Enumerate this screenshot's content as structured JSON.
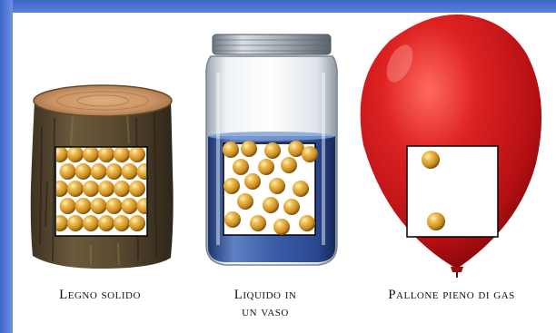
{
  "captions": {
    "solid": "Legno solido",
    "liquid_line1": "Liquido in",
    "liquid_line2": "un vaso",
    "gas": "Pallone pieno di gas"
  },
  "colors": {
    "frame": "#4a70d4",
    "wood_bark": "#5a4a30",
    "wood_top": "#c99466",
    "water": "#2e4f96",
    "balloon": "#c71418",
    "particle": "#d9a030"
  },
  "icons": {
    "solid": "tree-log-icon",
    "liquid": "glass-jar-icon",
    "gas": "balloon-icon",
    "particle": "sphere-particle-icon"
  }
}
